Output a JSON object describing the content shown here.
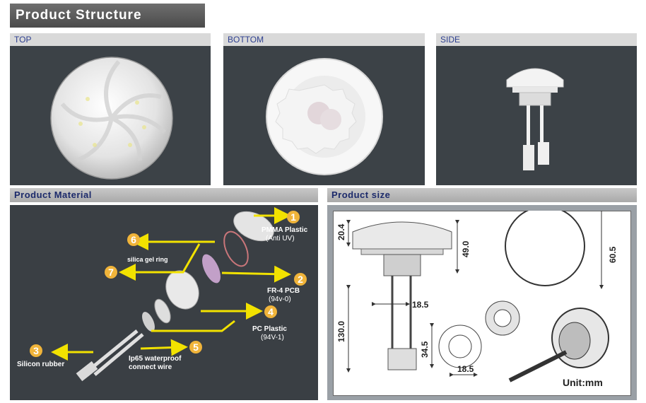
{
  "header": {
    "title": "Product  Structure"
  },
  "views": {
    "top": "TOP",
    "bottom": "BOTTOM",
    "side": "SIDE"
  },
  "material": {
    "title": "Product  Material",
    "callouts": [
      {
        "num": "1",
        "label": "PMMA Plastic",
        "sub": "(Anti UV)"
      },
      {
        "num": "2",
        "label": "FR-4 PCB",
        "sub": "(94v-0)"
      },
      {
        "num": "3",
        "label": "Silicon rubber",
        "sub": ""
      },
      {
        "num": "4",
        "label": "PC Plastic",
        "sub": "(94V-1)"
      },
      {
        "num": "5",
        "label": "Ip65 waterproof",
        "sub": "connect wire"
      },
      {
        "num": "6",
        "label": "silica gel ring",
        "sub": ""
      },
      {
        "num": "7",
        "label": "",
        "sub": ""
      }
    ]
  },
  "size": {
    "title": "Product size",
    "dims": {
      "d1": "20.4",
      "d2": "49.0",
      "d3": "60.5",
      "d4": "18.5",
      "d5": "130.0",
      "d6": "34.5",
      "d7": "18.5"
    },
    "unit": "Unit:mm"
  },
  "colors": {
    "accent_yellow": "#f2e200",
    "callout_circle": "#f0b43a",
    "header_text": "#1c2a6b"
  }
}
